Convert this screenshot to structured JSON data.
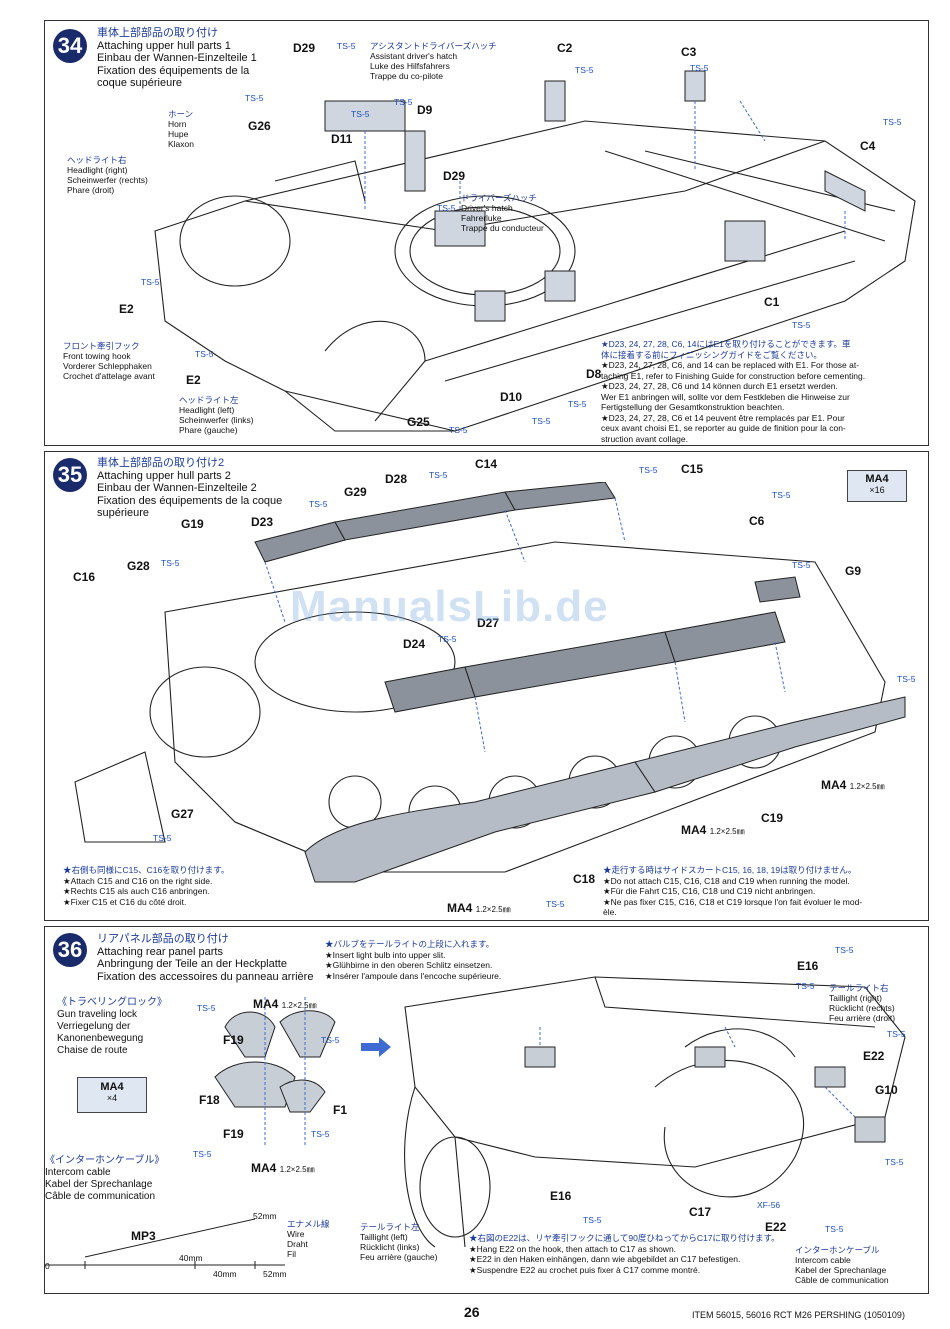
{
  "watermark": "ManualsLib.de",
  "page_number": "26",
  "footer": "ITEM 56015, 56016  RCT M26 PERSHING (1050109)",
  "step34": {
    "num": "34",
    "title": [
      "車体上部部品の取り付け",
      "Attaching upper hull parts 1",
      "Einbau der Wannen-Einzelteile 1",
      "Fixation des équipements de la",
      "coque supérieure"
    ],
    "horn": [
      "ホーン",
      "Horn",
      "Hupe",
      "Klaxon"
    ],
    "headlight_right": [
      "ヘッドライト右",
      "Headlight (right)",
      "Scheinwerfer (rechts)",
      "Phare (droit)"
    ],
    "asst_hatch": [
      "アシスタントドライバーズハッチ",
      "Assistant driver's hatch",
      "Luke des Hilfsfahrers",
      "Trappe du co-pilote"
    ],
    "driver_hatch": [
      "ドライバーズハッチ",
      "Driver's hatch",
      "Fahrerluke",
      "Trappe du conducteur"
    ],
    "tow_hook": [
      "フロント牽引フック",
      "Front towing hook",
      "Vorderer Schlepphaken",
      "Crochet d'attelage avant"
    ],
    "headlight_left": [
      "ヘッドライト左",
      "Headlight (left)",
      "Scheinwerfer (links)",
      "Phare (gauche)"
    ],
    "parts": {
      "D29": "D29",
      "G26": "G26",
      "D11": "D11",
      "D9": "D9",
      "C2": "C2",
      "C3": "C3",
      "C4": "C4",
      "E2a": "E2",
      "E2b": "E2",
      "C1": "C1",
      "D8": "D8",
      "D10": "D10",
      "G25": "G25",
      "D29b": "D29"
    },
    "ts": "TS-5",
    "note": [
      "★D23, 24, 27, 28, C6, 14にはE1を取り付けることができます。車",
      "体に接着する前にフィニッシングガイドをご覧ください。",
      "★D23, 24, 27, 28, C6, and 14 can be replaced with E1. For those at-",
      "taching E1, refer to Finishing Guide for construction before cementing.",
      "★D23, 24, 27, 28, C6 und 14 können durch E1 ersetzt werden.",
      "Wer E1 anbringen will, sollte vor dem Festkleben die Hinweise zur",
      "Fertigstellung der Gesamtkonstruktion beachten.",
      "★D23, 24, 27, 28, C6 et 14 peuvent être remplacés par E1. Pour",
      "ceux avant choisi E1, se reporter au guide de finition pour la con-",
      "struction avant collage."
    ]
  },
  "step35": {
    "num": "35",
    "title": [
      "車体上部部品の取り付け2",
      "Attaching upper hull parts 2",
      "Einbau der Wannen-Einzelteile 2",
      "Fixation des équipements de la coque",
      "supérieure"
    ],
    "parts": {
      "D28": "D28",
      "C14": "C14",
      "C15": "C15",
      "G29": "G29",
      "D23": "D23",
      "G19": "G19",
      "G28": "G28",
      "C16": "C16",
      "C6": "C6",
      "G9": "G9",
      "D24": "D24",
      "D27": "D27",
      "G27": "G27",
      "C19": "C19",
      "C18": "C18"
    },
    "ma4_box": {
      "label": "MA4",
      "qty": "×16"
    },
    "ma4": "MA4",
    "ma4_size": "1.2×2.5㎜",
    "note_left": [
      "★右側も同様にC15、C16を取り付けます。",
      "★Attach C15 and C16 on the right side.",
      "★Rechts C15 als auch C16 anbringen.",
      "★Fixer C15 et C16 du côté droit."
    ],
    "note_right": [
      "★走行する時はサイドスカートC15, 16, 18, 19は取り付けません。",
      "★Do not attach C15, C16, C18 and C19 when running the model.",
      "★Für die Fahrt C15, C16, C18 und C19 nicht anbringen.",
      "★Ne pas fixer C15, C16, C18 et C19 lorsque l'on fait évoluer le mod-",
      "èle."
    ]
  },
  "step36": {
    "num": "36",
    "title": [
      "リアパネル部品の取り付け",
      "Attaching rear panel parts",
      "Anbringung der Teile an der Heckplatte",
      "Fixation des accessoires du panneau arrière"
    ],
    "bulb_note": [
      "★バルブをテールライトの上段に入れます。",
      "★Insert light bulb into upper slit.",
      "★Glühbirne in den oberen Schlitz einsetzen.",
      "★Insérer l'ampoule dans l'encoche supérieure."
    ],
    "gun_lock": [
      "《トラベリングロック》",
      "Gun traveling lock",
      "Verriegelung der",
      "Kanonenbewegung",
      "Chaise de route"
    ],
    "ma4_box": {
      "label": "MA4",
      "qty": "×4"
    },
    "intercom": [
      "《インターホンケーブル》",
      "Intercom cable",
      "Kabel der Sprechanlage",
      "Câble de communication"
    ],
    "wire": [
      "エナメル線",
      "Wire",
      "Draht",
      "Fil"
    ],
    "taillight_right": [
      "テールライト右",
      "Taillight (right)",
      "Rücklicht (rechts)",
      "Feu arrière (droit)"
    ],
    "taillight_left": [
      "テールライト左",
      "Taillight (left)",
      "Rücklicht (links)",
      "Feu arrière (gauche)"
    ],
    "intercom_cable2": [
      "インターホンケーブル",
      "Intercom cable",
      "Kabel der Sprechanlage",
      "Câble de communication"
    ],
    "hook_note": [
      "★右図のE22は、リヤ牽引フックに通して90度ひねってからC17に取り付けます。",
      "★Hang E22 on the hook, then attach to C17 as shown.",
      "★E22 in den Haken einhängen, dann wie abgebildet an C17 befestigen.",
      "★Suspendre E22 au crochet puis fixer à C17 comme montré."
    ],
    "parts": {
      "MA4a": "MA4",
      "F19a": "F19",
      "F18": "F18",
      "F1": "F1",
      "F19b": "F19",
      "MA4b": "MA4",
      "MP3": "MP3",
      "E16a": "E16",
      "E22a": "E22",
      "G10": "G10",
      "C17": "C17",
      "E16b": "E16",
      "E22b": "E22"
    },
    "size": "1.2×2.5㎜",
    "xf": "XF-56",
    "dims": {
      "d52a": "52mm",
      "d40a": "40mm",
      "d40b": "40mm",
      "d52b": "52mm",
      "zero": "0"
    }
  }
}
